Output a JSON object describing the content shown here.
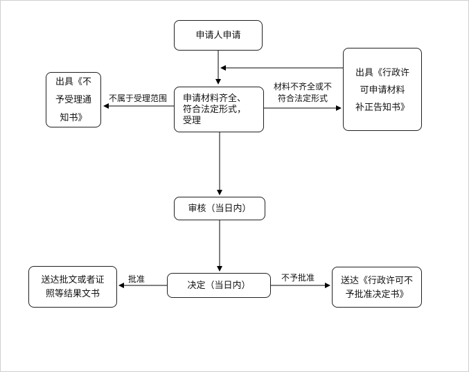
{
  "nodes": {
    "apply": "申请人申请",
    "reject_notice": "出具《不\n予受理通\n知书》",
    "accept": "申请材料齐全、\n符合法定形式，\n受理",
    "correction_notice": "出具《行政许\n可申请材料\n补正告知书》",
    "review": "审核（当日内）",
    "decision": "决定（当日内）",
    "deliver_result": "送达批文或者证\n照等结果文书",
    "deliver_rejection": "送达《行政许可不\n予批准决定书》"
  },
  "edge_labels": {
    "out_of_scope": "不属于受理范围",
    "incomplete": "材料不齐全或不\n符合法定形式",
    "approved": "批准",
    "not_approved": "不予批准"
  },
  "edges": [
    {
      "from": "申请人申请",
      "to": "申请材料齐全、符合法定形式，受理",
      "label": ""
    },
    {
      "from": "申请材料齐全、符合法定形式，受理",
      "to": "出具《不予受理通知书》",
      "label": "不属于受理范围"
    },
    {
      "from": "申请材料齐全、符合法定形式，受理",
      "to": "出具《行政许可申请材料补正告知书》",
      "label": "材料不齐全或不符合法定形式"
    },
    {
      "from": "出具《行政许可申请材料补正告知书》",
      "to": "申请人申请",
      "label": ""
    },
    {
      "from": "申请材料齐全、符合法定形式，受理",
      "to": "审核（当日内）",
      "label": ""
    },
    {
      "from": "审核（当日内）",
      "to": "决定（当日内）",
      "label": ""
    },
    {
      "from": "决定（当日内）",
      "to": "送达批文或者证照等结果文书",
      "label": "批准"
    },
    {
      "from": "决定（当日内）",
      "to": "送达《行政许可不予批准决定书》",
      "label": "不予批准"
    }
  ],
  "colors": {
    "background": "#ffffff",
    "node_border": "#1f1f1f",
    "line": "#000000",
    "canvas_border": "#cfcfcf"
  }
}
